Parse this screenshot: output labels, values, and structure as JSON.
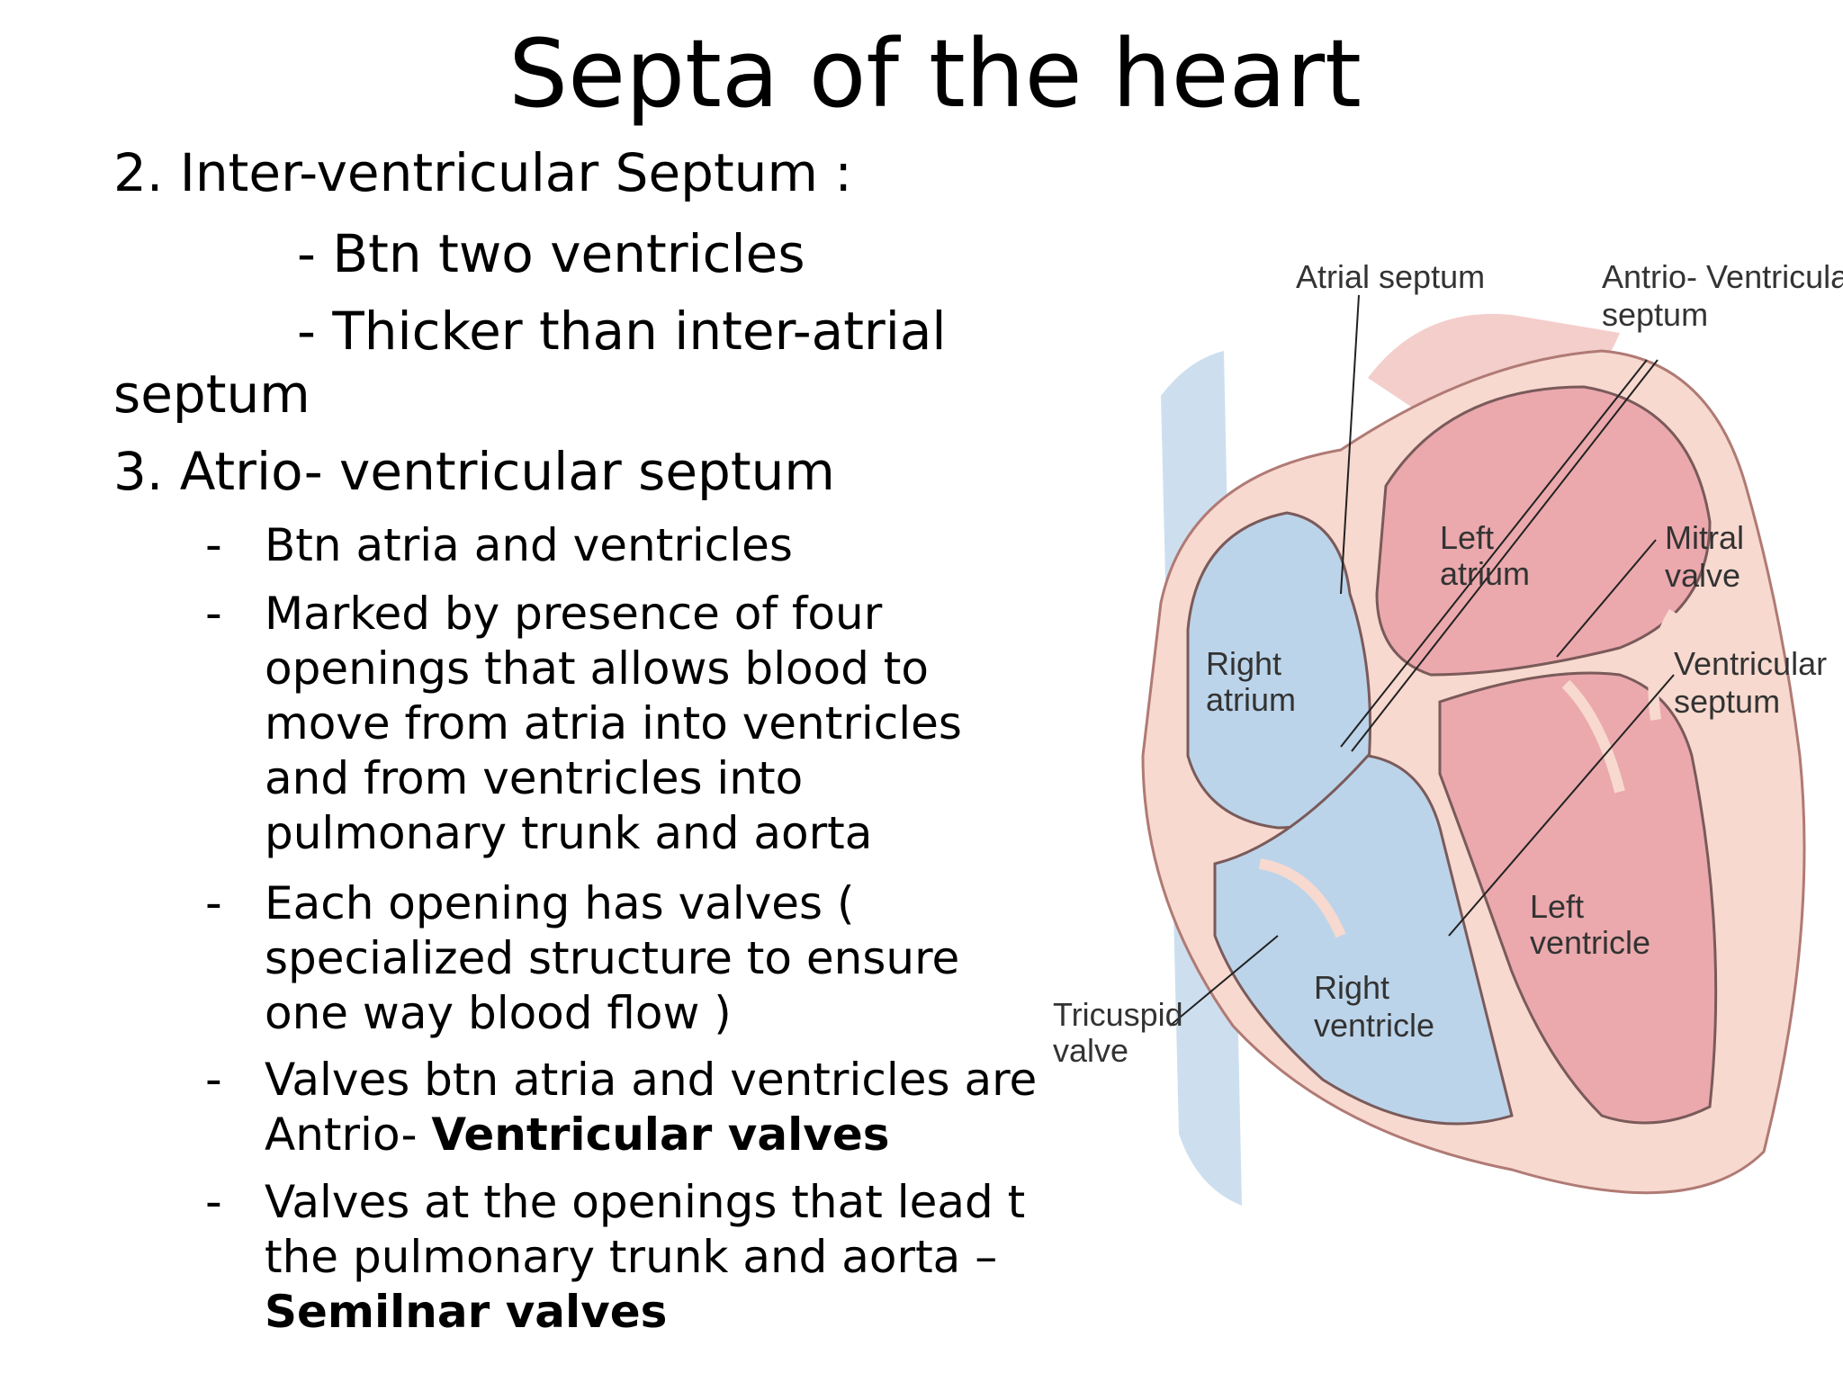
{
  "title": "Septa of the heart",
  "section2": {
    "heading": "2. Inter-ventricular Septum :",
    "sub1": "- Btn two ventricles",
    "sub2_line1": "- Thicker than inter-atrial",
    "sub2_line2": "septum"
  },
  "section3": {
    "heading": "3. Atrio- ventricular septum",
    "bullets": [
      {
        "dash": "-",
        "text": "Btn atria and ventricles"
      },
      {
        "dash": "-",
        "text": "Marked by presence of four openings  that allows blood to move from atria into  ventricles and from ventricles into pulmonary trunk and aorta"
      },
      {
        "dash": "-",
        "text": "Each opening has valves ( specialized structure to ensure one way blood flow )"
      },
      {
        "dash": "-",
        "text_plain": "Valves btn atria and ventricles are Antrio- ",
        "text_bold": "Ventricular valves"
      },
      {
        "dash": "-",
        "text_plain": "Valves at the openings that lead t the pulmonary trunk and aorta – ",
        "text_bold": "Semilnar valves"
      }
    ]
  },
  "diagram": {
    "labels": {
      "atrial_septum": "Atrial septum",
      "av_septum_1": "Antrio- Ventricular",
      "av_septum_2": "septum",
      "left_atrium_1": "Left",
      "left_atrium_2": "atrium",
      "mitral_1": "Mitral",
      "mitral_2": "valve",
      "right_atrium_1": "Right",
      "right_atrium_2": "atrium",
      "vent_septum_1": "Ventricular",
      "vent_septum_2": "septum",
      "left_vent_1": "Left",
      "left_vent_2": "ventricle",
      "right_vent_1": "Right",
      "right_vent_2": "ventricle",
      "tricuspid_1": "Tricuspid",
      "tricuspid_2": "valve"
    },
    "colors": {
      "right_side": "#bcd4ea",
      "left_side": "#eba9ad",
      "wall": "#f7d9cf",
      "outline": "#7a5a5a"
    }
  }
}
